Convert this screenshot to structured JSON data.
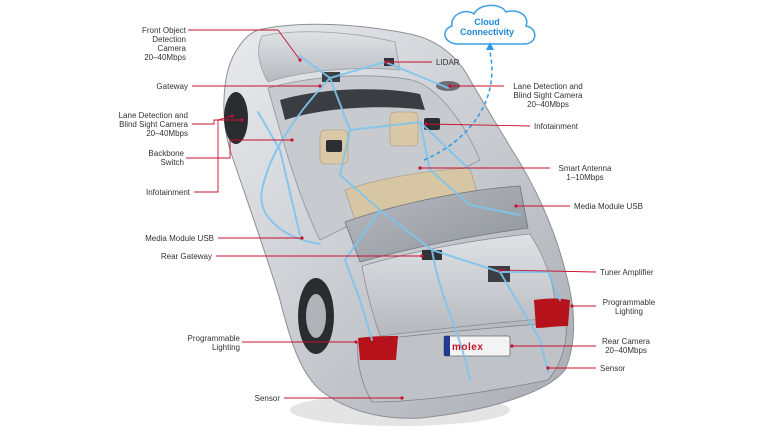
{
  "colors": {
    "leader_line": "#c8102e",
    "network_line": "#7fc4ee",
    "cloud_text": "#1f8ad6",
    "cloud_dash": "#2a9ae6",
    "car_body": "#cfd2d6",
    "brand_red": "#c4132b"
  },
  "cloud": {
    "label": "Cloud\nConnectivity"
  },
  "plate": {
    "brand": "molex"
  },
  "labels": [
    {
      "id": "front-object-camera",
      "side": "left",
      "text": "Front Object\nDetection\nCamera\n20–40Mbps"
    },
    {
      "id": "gateway",
      "side": "left",
      "text": "Gateway"
    },
    {
      "id": "lane-detection-left",
      "side": "left",
      "text": "Lane Detection and\nBlind Sight Camera\n20–40Mbps"
    },
    {
      "id": "backbone-switch",
      "side": "left",
      "text": "Backbone\nSwitch"
    },
    {
      "id": "infotainment-left",
      "side": "left",
      "text": "Infotainment"
    },
    {
      "id": "media-module-usb-left",
      "side": "left",
      "text": "Media Module USB"
    },
    {
      "id": "rear-gateway",
      "side": "left",
      "text": "Rear Gateway"
    },
    {
      "id": "programmable-lighting-left",
      "side": "left",
      "text": "Programmable\nLighting"
    },
    {
      "id": "sensor-left",
      "side": "left",
      "text": "Sensor"
    },
    {
      "id": "lidar",
      "side": "right",
      "text": "LIDAR"
    },
    {
      "id": "lane-detection-right",
      "side": "right",
      "text": "Lane Detection and\nBlind Sight Camera\n20–40Mbps"
    },
    {
      "id": "infotainment-right",
      "side": "right",
      "text": "Infotainment"
    },
    {
      "id": "smart-antenna",
      "side": "right",
      "text": "Smart Antenna\n1–10Mbps"
    },
    {
      "id": "media-module-usb-right",
      "side": "right",
      "text": "Media Module USB"
    },
    {
      "id": "tuner-amplifier",
      "side": "right",
      "text": "Tuner Amplifier"
    },
    {
      "id": "programmable-lighting-right",
      "side": "right",
      "text": "Programmable\nLighting"
    },
    {
      "id": "rear-camera",
      "side": "right",
      "text": "Rear Camera\n20–40Mbps"
    },
    {
      "id": "sensor-right",
      "side": "right",
      "text": "Sensor"
    }
  ]
}
